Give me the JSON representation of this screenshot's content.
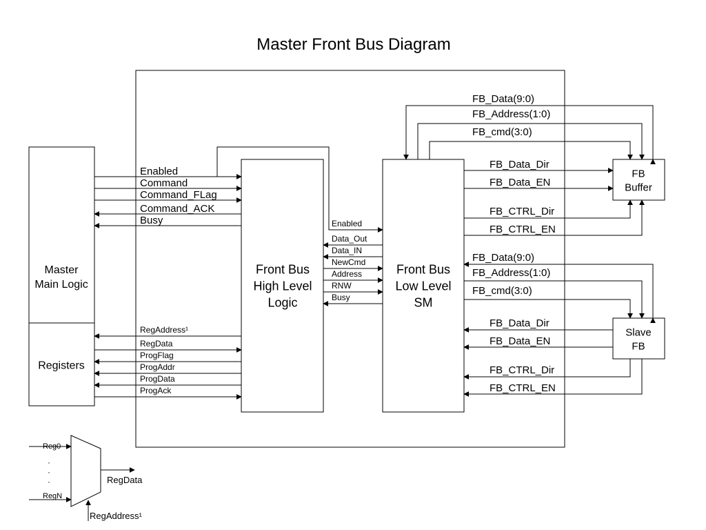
{
  "title": "Master Front Bus Diagram",
  "boxes": {
    "master": "Master\nMain Logic",
    "registers": "Registers",
    "high_level": "Front Bus\nHigh Level\nLogic",
    "low_level": "Front Bus\nLow Level\nSM",
    "fb_buffer": "FB\nBuffer",
    "slave_fb": "Slave\nFB"
  },
  "master_signals": [
    "Enabled",
    "Command",
    "Command_FLag",
    "Command_ACK",
    "Busy"
  ],
  "register_signals": [
    "RegAddress¹",
    "RegData",
    "ProgFlag",
    "ProgAddr",
    "ProgData",
    "ProgAck"
  ],
  "mid_signals": [
    "Enabled",
    "Data_Out",
    "Data_IN",
    "NewCmd",
    "Address",
    "RNW",
    "Busy"
  ],
  "buffer_signals": [
    "FB_Data(9:0)",
    "FB_Address(1:0)",
    "FB_cmd(3:0)",
    "FB_Data_Dir",
    "FB_Data_EN",
    "FB_CTRL_Dir",
    "FB_CTRL_EN"
  ],
  "slave_signals": [
    "FB_Data(9:0)",
    "FB_Address(1:0)",
    "FB_cmd(3:0)",
    "FB_Data_Dir",
    "FB_Data_EN",
    "FB_CTRL_Dir",
    "FB_CTRL_EN"
  ],
  "mux": {
    "in0": "Reg0",
    "inN": "RegN",
    "dots": "·\n·\n·",
    "out": "RegData",
    "sel": "RegAddress¹"
  }
}
